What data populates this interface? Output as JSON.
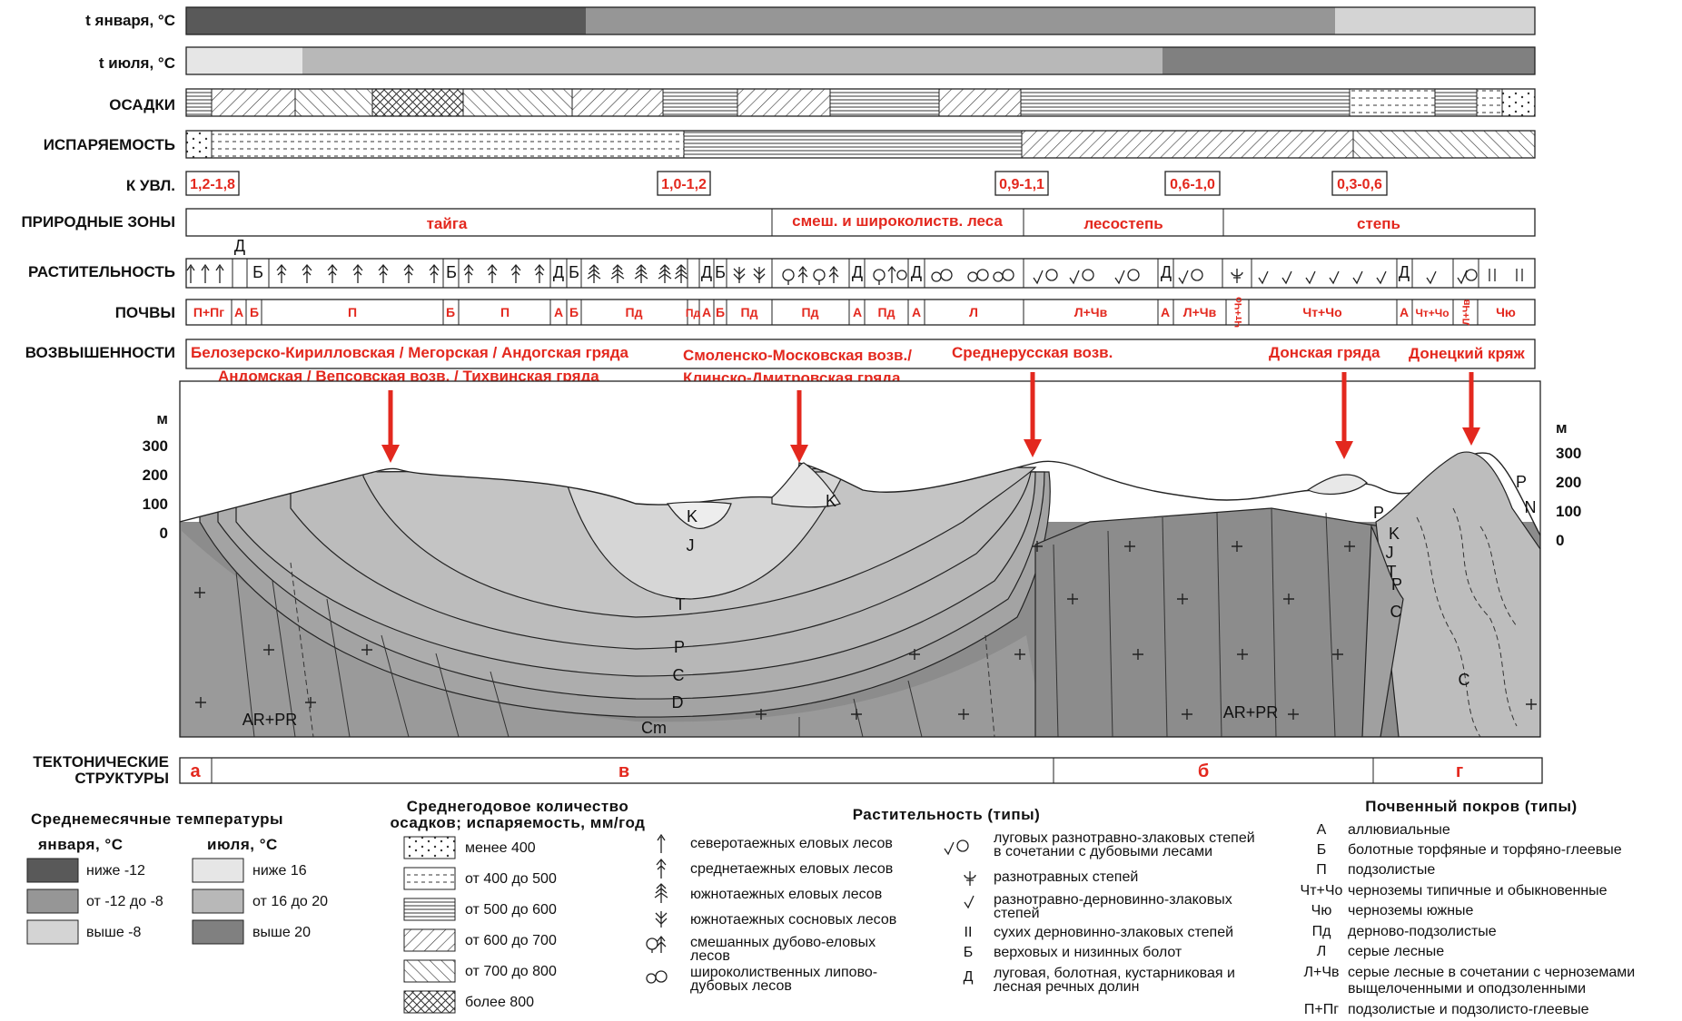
{
  "rows": {
    "jan": "t января, °C",
    "jul": "t июля, °C",
    "precip": "ОСАДКИ",
    "evap": "ИСПАРЯЕМОСТЬ",
    "kuvl": "К УВЛ.",
    "zones": "ПРИРОДНЫЕ ЗОНЫ",
    "veg": "РАСТИТЕЛЬНОСТЬ",
    "soils": "ПОЧВЫ",
    "heights": "ВОЗВЫШЕННОСТИ",
    "tect1": "ТЕКТОНИЧЕСКИЕ",
    "tect2": "СТРУКТУРЫ"
  },
  "kuvl": [
    "1,2-1,8",
    "1,0-1,2",
    "0,9-1,1",
    "0,6-1,0",
    "0,3-0,6"
  ],
  "zones": [
    "тайга",
    "смеш. и широколиств. леса",
    "лесостепь",
    "степь"
  ],
  "veg_top_label": "Д",
  "veg_codes": [
    "Б",
    "Б",
    "Д",
    "Б",
    "Д",
    "Б",
    "Д",
    "Д",
    "Д",
    "Д"
  ],
  "soils": [
    "П+Пг",
    "А",
    "Б",
    "П",
    "Б",
    "П",
    "А",
    "Б",
    "Пд",
    "Пд",
    "А",
    "Б",
    "Пд",
    "Пд",
    "А",
    "Пд",
    "А",
    "Л",
    "Л+Чв",
    "А",
    "Л+Чв",
    "Чт+Чо",
    "Чт+Чо",
    "А",
    "Чт+Чо",
    "Л+Чв",
    "Чю"
  ],
  "heights": {
    "h1": "Белозерско-Кирилловская / Мегорская / Андогская гряда",
    "h1b": "Андомская / Вепсовская возв. / Тихвинская гряда",
    "h2": "Смоленско-Московская возв./",
    "h2b": "Клинско-Дмитровская гряда",
    "h3": "Среднерусская возв.",
    "h4": "Донская гряда",
    "h5": "Донецкий кряж"
  },
  "axis": {
    "unit": "м",
    "ticks": [
      "300",
      "200",
      "100",
      "0"
    ]
  },
  "strata": [
    "K",
    "J",
    "T",
    "P",
    "C",
    "D",
    "Cm",
    "K",
    "AR+PR",
    "AR+PR",
    "P",
    "K",
    "J",
    "T",
    "P",
    "C",
    "C",
    "P",
    "N"
  ],
  "tectonic": [
    "а",
    "в",
    "б",
    "г"
  ],
  "legend_temp": {
    "title": "Среднемесячные температуры",
    "jan_head": "января, °C",
    "jul_head": "июля, °C",
    "jan": [
      "ниже -12",
      "от -12 до -8",
      "выше -8"
    ],
    "jul": [
      "ниже 16",
      "от 16 до 20",
      "выше 20"
    ],
    "jan_colors": [
      "#595959",
      "#969696",
      "#d4d4d4"
    ],
    "jul_colors": [
      "#e6e6e6",
      "#b8b8b8",
      "#808080"
    ]
  },
  "legend_precip": {
    "title1": "Среднегодовое количество",
    "title2": "осадков; испаряемость, мм/год",
    "items": [
      "менее 400",
      "от 400 до 500",
      "от 500 до 600",
      "от 600 до 700",
      "от 700 до 800",
      "более 800"
    ]
  },
  "legend_veg": {
    "title": "Растительность (типы)",
    "col1": [
      [
        "северотаежных еловых лесов"
      ],
      [
        "среднетаежных еловых лесов"
      ],
      [
        "южнотаежных еловых лесов"
      ],
      [
        "южнотаежных сосновых лесов"
      ],
      [
        "смешанных дубово-еловых",
        "лесов"
      ],
      [
        "широколиственных липово-",
        "дубовых лесов"
      ]
    ],
    "col2": [
      [
        "луговых разнотравно-злаковых степей",
        "в сочетании с дубовыми лесами"
      ],
      [
        "разнотравных степей"
      ],
      [
        "разнотравно-дерновинно-злаковых",
        "степей"
      ],
      [
        "сухих дерновинно-злаковых степей"
      ],
      [
        "верховых и низинных болот"
      ],
      [
        "луговая, болотная, кустарниковая и",
        "лесная речных долин"
      ]
    ],
    "col2_codes": [
      "",
      "",
      "",
      "II",
      "Б",
      "Д"
    ]
  },
  "legend_soil": {
    "title": "Почвенный покров (типы)",
    "codes": [
      "А",
      "Б",
      "П",
      "Чт+Чо",
      "Чю",
      "Пд",
      "Л",
      "Л+Чв",
      "",
      "П+Пг"
    ],
    "texts": [
      "аллювиальные",
      "болотные торфяные и торфяно-глеевые",
      "подзолистые",
      "черноземы типичные и обыкновенные",
      "черноземы южные",
      "дерново-подзолистые",
      "серые лесные",
      "серые лесные в сочетании с черноземами",
      "выщелоченными и оподзоленными",
      "подзолистые и подзолисто-глеевые"
    ]
  }
}
